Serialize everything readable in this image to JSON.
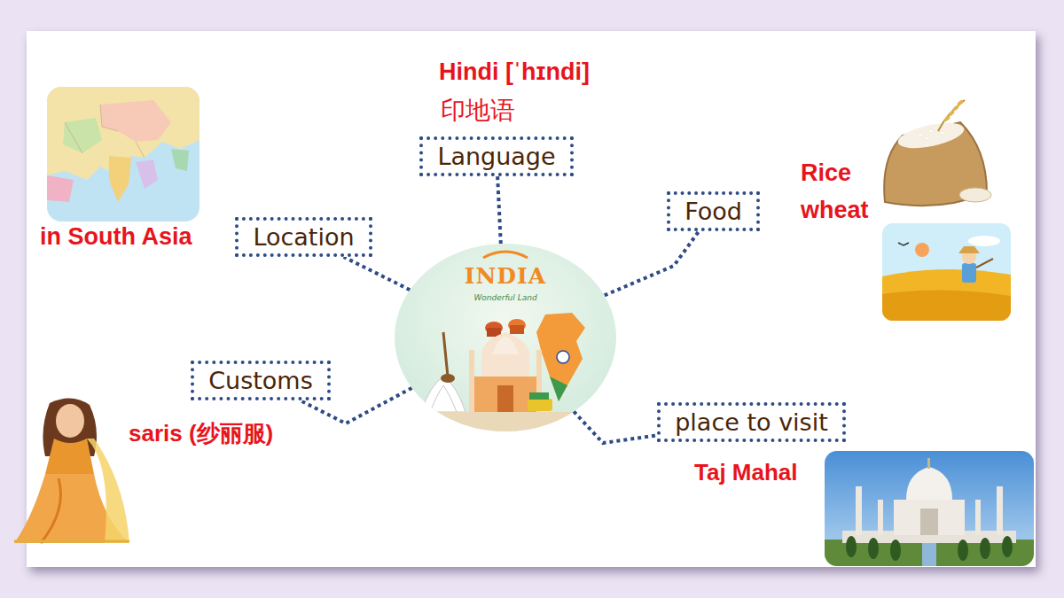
{
  "diagram": {
    "nodes": [
      {
        "text": [
          "INDIA",
          "Wonderful Land"
        ]
      },
      {
        "text": [
          "Language"
        ]
      },
      {
        "text": [
          "Location"
        ]
      },
      {
        "text": [
          "Food"
        ]
      },
      {
        "text": [
          "Customs"
        ]
      },
      {
        "text": [
          "place to visit"
        ]
      }
    ],
    "edges": [
      {
        "from": 0,
        "to": 1,
        "arrow": "none"
      },
      {
        "from": 0,
        "to": 2,
        "arrow": "none"
      },
      {
        "from": 0,
        "to": 3,
        "arrow": "none"
      },
      {
        "from": 0,
        "to": 4,
        "arrow": "none"
      },
      {
        "from": 0,
        "to": 5,
        "arrow": "none"
      }
    ],
    "labels": [
      "Hindi [ˈhɪndi]",
      "印地语",
      "in South Asia",
      "Rice",
      "wheat",
      "saris (纱丽服)",
      "Taj Mahal"
    ]
  }
}
